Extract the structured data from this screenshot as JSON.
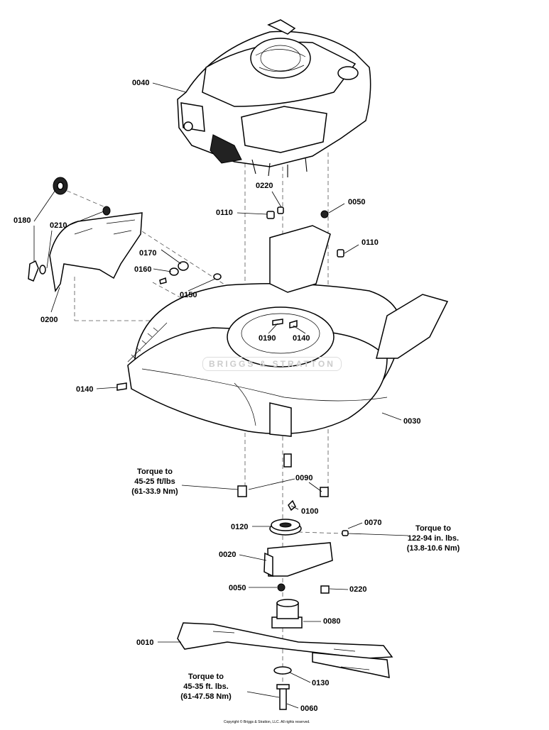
{
  "parts": {
    "p0010": "0010",
    "p0020": "0020",
    "p0030": "0030",
    "p0040": "0040",
    "p0050a": "0050",
    "p0050b": "0050",
    "p0060": "0060",
    "p0070": "0070",
    "p0080": "0080",
    "p0090": "0090",
    "p0100": "0100",
    "p0110a": "0110",
    "p0110b": "0110",
    "p0120": "0120",
    "p0130": "0130",
    "p0140a": "0140",
    "p0140b": "0140",
    "p0150": "0150",
    "p0160": "0160",
    "p0170": "0170",
    "p0180": "0180",
    "p0190": "0190",
    "p0200": "0200",
    "p0210": "0210",
    "p0220a": "0220",
    "p0220b": "0220"
  },
  "notes": {
    "torque1": [
      "Torque to",
      "45-25 ft/lbs",
      "(61-33.9 Nm)"
    ],
    "torque2": [
      "Torque to",
      "122-94 in. lbs.",
      "(13.8-10.6 Nm)"
    ],
    "torque3": [
      "Torque to",
      "45-35 ft. lbs.",
      "(61-47.58 Nm)"
    ]
  },
  "watermark": "BRIGGS & STRATTON",
  "copyright": "Copyright © Briggs & Stratton, LLC. All rights reserved."
}
